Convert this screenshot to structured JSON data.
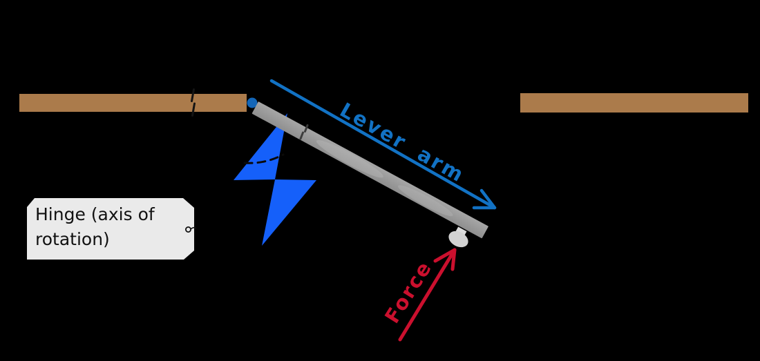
{
  "labels": {
    "lever_arm": "Lever arm",
    "force": "Force",
    "hinge": "Hinge (axis of rotation)"
  },
  "colors": {
    "background": "#000000",
    "wall_brown": "#ab7b4b",
    "door_gray": "#9b9b9b",
    "door_knob": "#d2d2d2",
    "lever_blue": "#1272c4",
    "rotation_blue": "#1560fa",
    "force_red": "#cb102e",
    "hinge_dot_blue": "#1366b8",
    "label_bg": "#eaeaea",
    "label_text": "#111111"
  }
}
